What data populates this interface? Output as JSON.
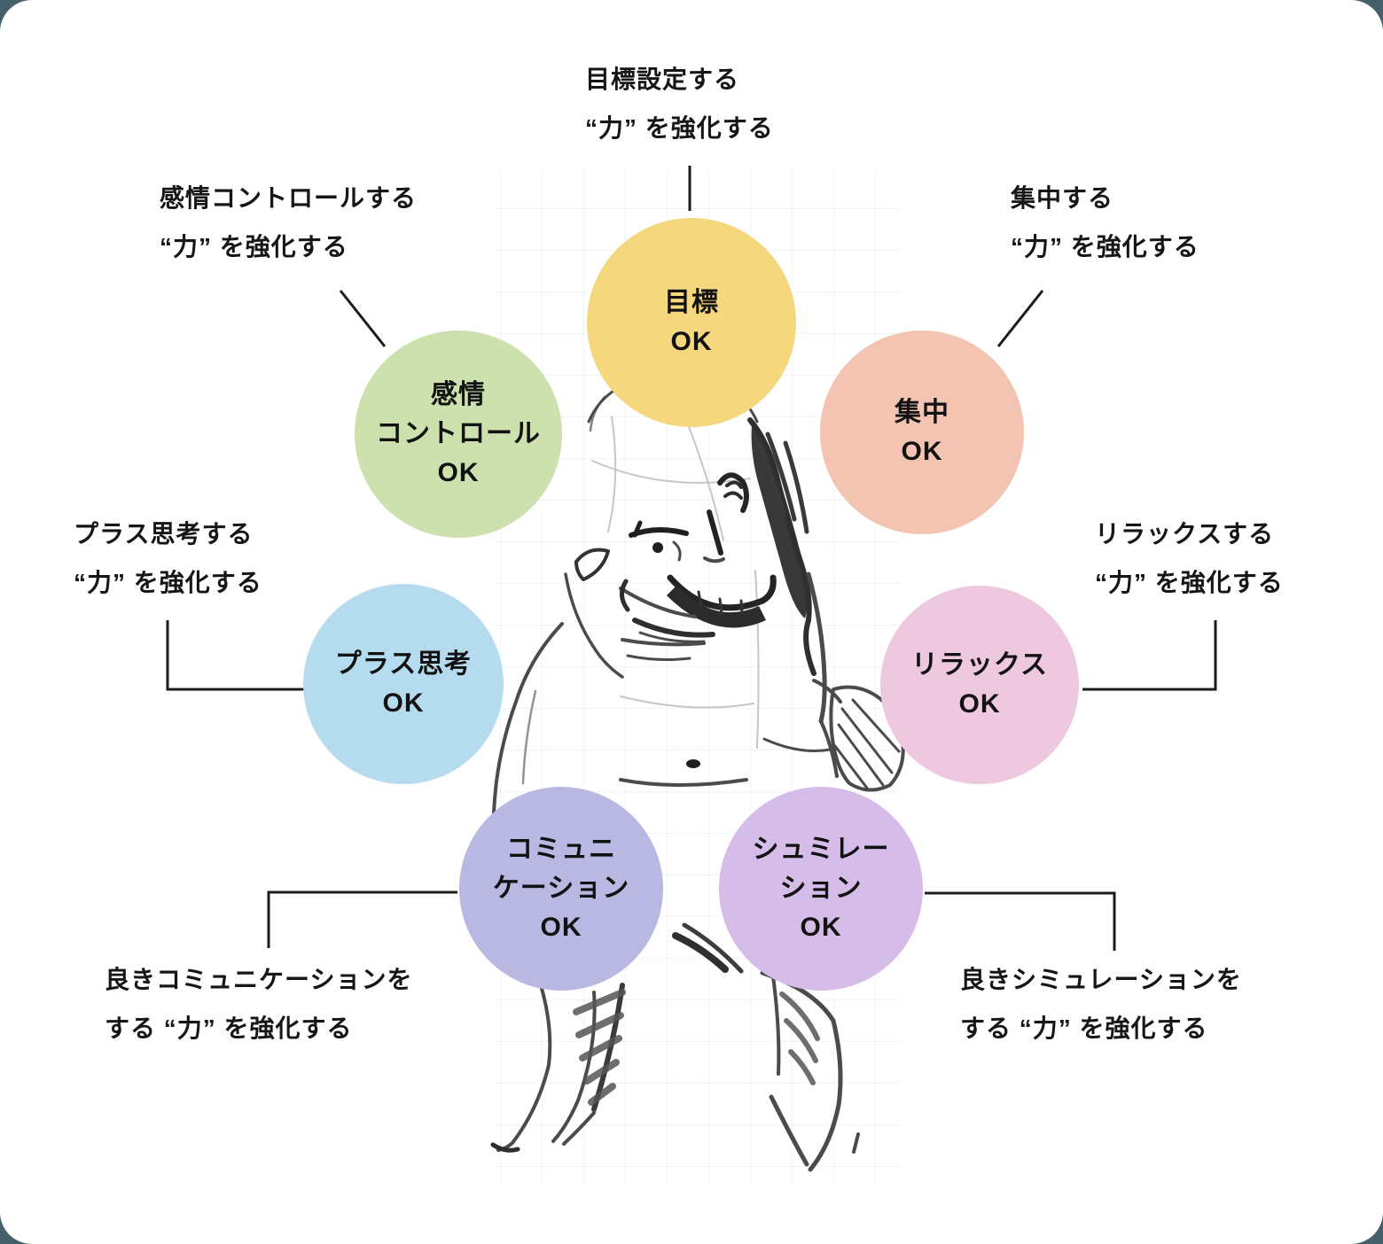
{
  "page": {
    "background_color": "#46606b",
    "card_color": "#ffffff",
    "text_color": "#161616",
    "line_color": "#1c1c1c"
  },
  "circles": {
    "goal": {
      "label": "目標\nOK",
      "color": "#f5d77d"
    },
    "emotion": {
      "label": "感情\nコントロール\nOK",
      "color": "#cce1ae"
    },
    "focus": {
      "label": "集中\nOK",
      "color": "#f3c4b1"
    },
    "positive": {
      "label": "プラス思考\nOK",
      "color": "#b5dcee"
    },
    "relax": {
      "label": "リラックス\nOK",
      "color": "#edc8df"
    },
    "communication": {
      "label": "コミュニ\nケーション\nOK",
      "color": "#b8b8e3"
    },
    "simulation": {
      "label": "シュミレー\nション\nOK",
      "color": "#d5bce9"
    }
  },
  "annotations": {
    "goal": {
      "text": "目標設定する\n“力” を強化する"
    },
    "emotion": {
      "text": "感情コントロールする\n“力” を強化する"
    },
    "focus": {
      "text": "集中する\n“力” を強化する"
    },
    "positive": {
      "text": "プラス思考する\n“力” を強化する"
    },
    "relax": {
      "text": "リラックスする\n“力” を強化する"
    },
    "communication": {
      "text": "良きコミュニケーションを\nする “力” を強化する"
    },
    "simulation": {
      "text": "良きシミュレーションを\nする “力” を強化する"
    }
  }
}
